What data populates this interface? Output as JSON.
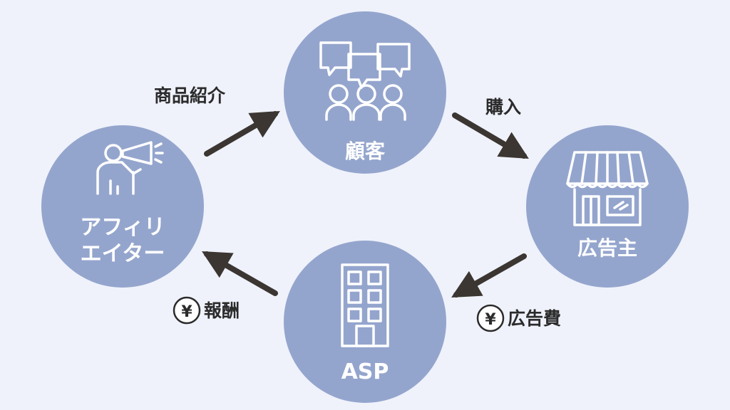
{
  "colors": {
    "background": "#eff2fb",
    "node_fill": "#94a5cd",
    "icon_stroke": "#ffffff",
    "arrow": "#3b3631",
    "text_dark": "#2b2b2b"
  },
  "nodes": {
    "customer": {
      "label": "顧客",
      "icon": "people-speech-icon"
    },
    "affiliater": {
      "label_line1": "アフィリ",
      "label_line2": "エイター",
      "icon": "megaphone-person-icon"
    },
    "advertiser": {
      "label": "広告主",
      "icon": "storefront-icon"
    },
    "asp": {
      "label": "ASP",
      "icon": "office-building-icon"
    }
  },
  "edges": {
    "intro": {
      "label": "商品紹介"
    },
    "purchase": {
      "label": "購入"
    },
    "ad_fee": {
      "symbol": "¥",
      "label": "広告費"
    },
    "reward": {
      "symbol": "¥",
      "label": "報酬"
    }
  }
}
